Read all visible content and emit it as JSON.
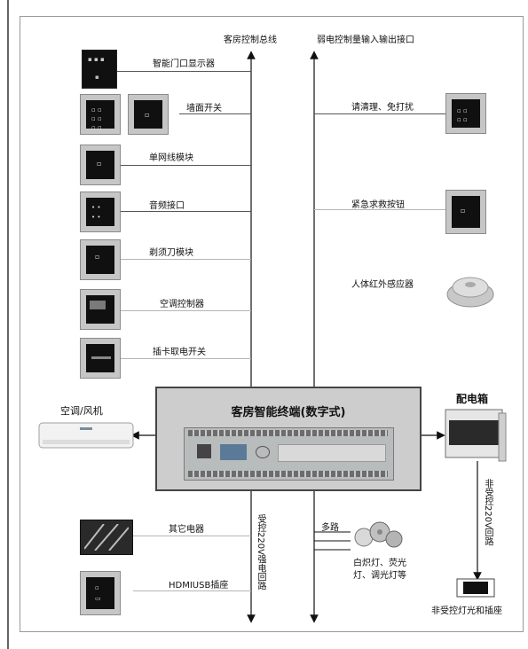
{
  "bus": {
    "left_label": "客房控制总线",
    "right_label": "弱电控制量输入输出接口",
    "left_vertical_label": "受控220V强电回路",
    "multi_label": "多路"
  },
  "left_devices": [
    {
      "label": "智能门口显示器"
    },
    {
      "label": "墙面开关"
    },
    {
      "label": "单网线模块"
    },
    {
      "label": "音频接口"
    },
    {
      "label": "剃须刀模块"
    },
    {
      "label": "空调控制器"
    },
    {
      "label": "插卡取电开关"
    }
  ],
  "right_devices": [
    {
      "label": "请清理、免打扰"
    },
    {
      "label": "紧急求救按钮"
    },
    {
      "label": "人体红外感应器"
    }
  ],
  "terminal": {
    "title": "客房智能终端(数字式)"
  },
  "ac": {
    "label": "空调/风机"
  },
  "distribution": {
    "label": "配电箱",
    "vertical_label": "非受控220V回路",
    "bottom_label": "非受控灯光和插座"
  },
  "bottom_left": [
    {
      "label": "其它电器"
    },
    {
      "label": "HDMIUSB插座"
    }
  ],
  "lights": {
    "label_line1": "白炽灯、荧光",
    "label_line2": "灯、调光灯等"
  }
}
